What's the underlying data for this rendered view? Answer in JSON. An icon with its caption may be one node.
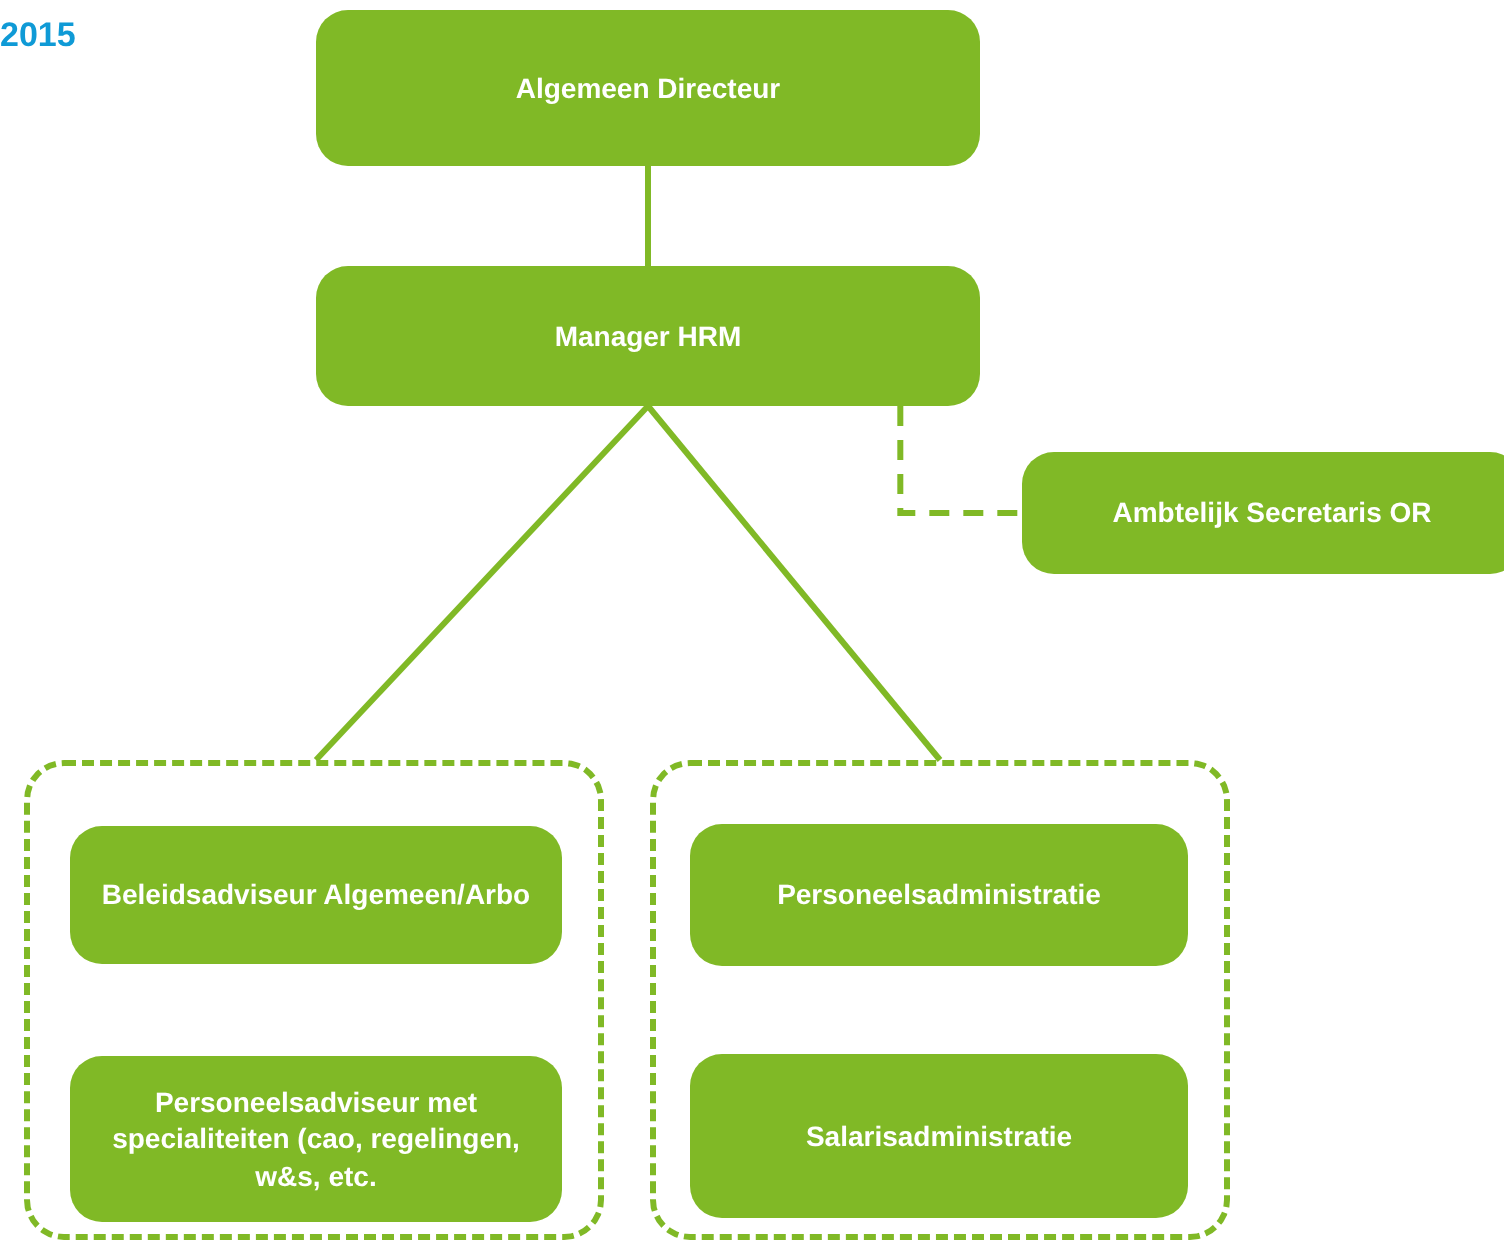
{
  "diagram": {
    "nodes": [
      {
        "text": [
          "Algemeen Directeur"
        ]
      },
      {
        "text": [
          "Manager HRM"
        ]
      },
      {
        "text": [
          "Ambtelijk Secretaris OR"
        ]
      },
      {
        "text": [],
        "shape": "box"
      },
      {
        "text": [
          "Beleidsadviseur Algemeen/Arbo"
        ],
        "in": 3
      },
      {
        "text": [
          "Personeelsadviseur met specialiteiten (cao, regelingen, w&s, etc."
        ],
        "in": 3
      },
      {
        "text": [],
        "shape": "box"
      },
      {
        "text": [
          "Personeelsadministratie"
        ],
        "in": 6
      },
      {
        "text": [
          "Salarisadministratie"
        ],
        "in": 6
      }
    ],
    "edges": [
      {
        "from": 0,
        "to": 1,
        "arrow": "none"
      },
      {
        "from": 1,
        "to": 3,
        "arrow": "none"
      },
      {
        "from": 1,
        "to": 6,
        "arrow": "none"
      },
      {
        "from": 1,
        "to": 2,
        "arrow": "none",
        "style": "dashed"
      }
    ],
    "labels": [
      "2015"
    ]
  }
}
